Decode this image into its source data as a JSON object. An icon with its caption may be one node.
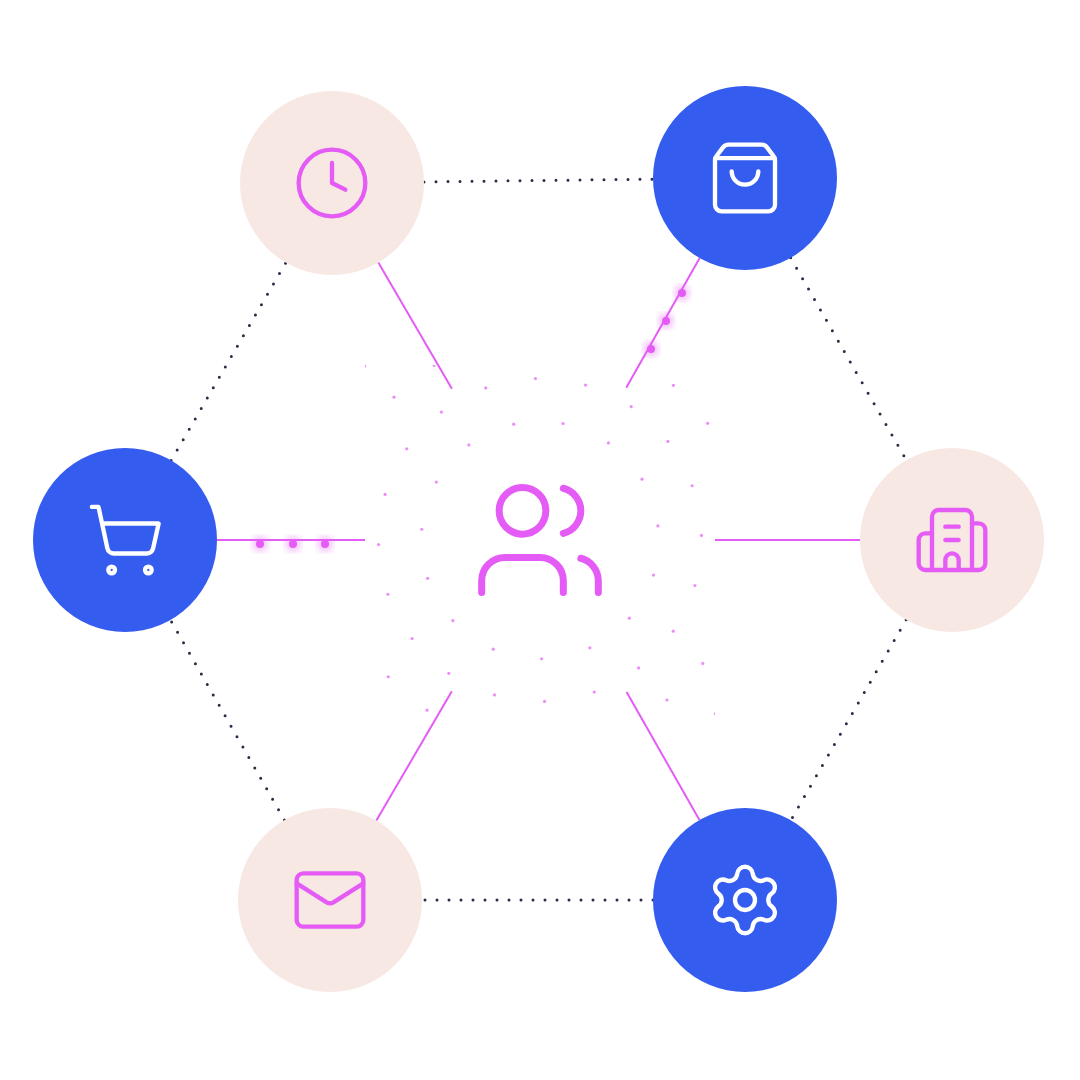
{
  "diagram": {
    "nodes": [
      {
        "text": [],
        "shape": "circle"
      },
      {
        "text": [],
        "shape": "circle"
      },
      {
        "text": [],
        "shape": "circle"
      },
      {
        "text": [],
        "shape": "person"
      },
      {
        "text": [],
        "shape": "circle"
      },
      {
        "text": [],
        "shape": "circle"
      },
      {
        "text": [],
        "shape": "circle"
      }
    ],
    "edges": [
      {
        "from": 3,
        "to": 0,
        "arrow": "none",
        "color": "#e45cf5"
      },
      {
        "from": 3,
        "to": 1,
        "arrow": "none",
        "color": "#e45cf5"
      },
      {
        "from": 3,
        "to": 2,
        "arrow": "none",
        "color": "#e45cf5"
      },
      {
        "from": 3,
        "to": 4,
        "arrow": "none",
        "color": "#e45cf5"
      },
      {
        "from": 3,
        "to": 5,
        "arrow": "none",
        "color": "#e45cf5"
      },
      {
        "from": 3,
        "to": 6,
        "arrow": "none",
        "color": "#e45cf5"
      },
      {
        "from": 0,
        "to": 1,
        "arrow": "none",
        "style": "dashed",
        "color": "#2a2d45"
      },
      {
        "from": 1,
        "to": 4,
        "arrow": "none",
        "style": "dashed",
        "color": "#2a2d45"
      },
      {
        "from": 4,
        "to": 6,
        "arrow": "none",
        "style": "dashed",
        "color": "#2a2d45"
      },
      {
        "from": 6,
        "to": 5,
        "arrow": "none",
        "style": "dashed",
        "color": "#2a2d45"
      },
      {
        "from": 5,
        "to": 2,
        "arrow": "none",
        "style": "dashed",
        "color": "#2a2d45"
      },
      {
        "from": 2,
        "to": 0,
        "arrow": "none",
        "style": "dashed",
        "color": "#2a2d45"
      }
    ]
  }
}
